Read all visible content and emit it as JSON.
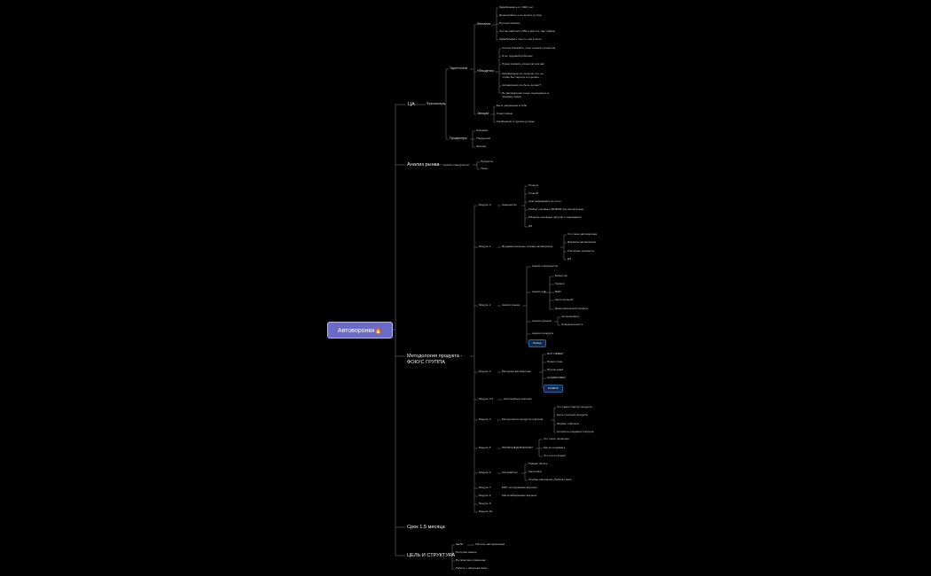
{
  "root": "Автоворонки🔥",
  "branches": {
    "ca": {
      "label": "ЦА",
      "freelancers": "Фрилансеры",
      "targetologs": "Таргетологи",
      "desires": {
        "label": "Желания",
        "items": [
          "Зарабатывать от 100К тыс",
          "Делегировать и не делать рутину",
          "Путешествовать",
          "Честно работать и ВК и крутить там трафик",
          "Зарабатывать чем-то, как в желе"
        ]
      },
      "objections": {
        "label": "Убеждения",
        "items": [
          "сильно ближайте, опыт немного клиентов",
          "Я не трудовой работник",
          "Нужно вложить клиентов для вас",
          "Автоворонки это понятно что, но чтобы без таргета это делать...",
          "Автоворонки это быть делает?",
          "Не автоворонки очень подходящее в продажу содра"
        ]
      },
      "emotions": {
        "label": "Эмоции",
        "items": [
          "Быть уверенным в себе",
          "Счастливым",
          "Свободным от делать рутины"
        ]
      },
      "producers": {
        "label": "Продюсеры",
        "items": [
          "Желания",
          "Убеждения",
          "Эмоции"
        ]
      }
    },
    "market": {
      "label": "Анализ рынка",
      "competitors": "Анализ конкурентов",
      "items": [
        "Продукты",
        "Темы"
      ]
    },
    "methodology": {
      "label": "Методология продукта - ФОКУС ГРУППА",
      "m0": {
        "label": "Модуль 0",
        "topic": "Знакомство",
        "items": [
          "Точка А",
          "Точка Б",
          "Чем занимаемся до этого",
          "Разбор основных МИФОВ про автоворонки",
          "Обзорно основные запуски и знакомимся",
          "ДЗ"
        ]
      },
      "m1": {
        "label": "Модуль 1",
        "topic": "Фундаментальные основы автоворонок",
        "items": [
          "Что такое автоворонка",
          "Форматы автоворонок",
          "Ключевые элементы",
          "ДЗ"
        ]
      },
      "m2": {
        "label": "Модуль 2",
        "topic": "Анализ рынка",
        "competitor": "Анализ конкурентов",
        "ca_analysis": "Анализ ЦА",
        "ca_items": [
          "Выбор ЦА",
          "Пример",
          "Вайб",
          "Карта желаний",
          "Демографический профиль"
        ],
        "selling": "Анализ рынков",
        "selling_items": [
          "Ассоциировать",
          "Осведомленность"
        ],
        "product": "Анализ продукта",
        "review": "Разбор"
      },
      "m3": {
        "label": "Модуль 3",
        "topic": "Методика автоворонок",
        "items": [
          "RNT ОФФЕР",
          "Прямо темы",
          "Прогон идей",
          "КАЛИБРОВКИ"
        ],
        "review": "РАЗБОР"
      },
      "m32": {
        "label": "Модуль 3.2",
        "topic": "Автоподборы воронки"
      },
      "m4": {
        "label": "Модуль 4",
        "topic": "Методология продукта стартера",
        "items": [
          "Что такое стартер продукта",
          "Цель стартера продукта",
          "Формат стартера",
          "Алгоритм создания стартера"
        ]
      },
      "m5": {
        "label": "Модуль 5",
        "topic": "ПРОМО/ЛИД ВОРОНКИ",
        "items": [
          "Что такое промоции",
          "Как их создавать",
          "Что в него входит"
        ]
      },
      "m6": {
        "label": "Модуль 6",
        "topic": "Копирайтинг",
        "items": [
          "Навыки писать",
          "Заголовки",
          "Основы написания убойного века"
        ]
      },
      "m7": {
        "label": "Модуль 7",
        "topic": "МКР тестирование воронки"
      },
      "m8": {
        "label": "Модуль 8",
        "topic": "Масштабирование воронки"
      },
      "m9": {
        "label": "Модуль 9"
      },
      "m10": {
        "label": "Модуль 10"
      }
    },
    "term": {
      "label": "Срок 1,5 месяца"
    },
    "goal": {
      "label": "ЦЕЛЬ И СТРУКТУРА",
      "items": [
        "ЦЕЛЬ",
        "Получим знание",
        "На практике применяют",
        "Работа + обратная связь"
      ],
      "goal_detail": "Обучить автоворонкам"
    }
  }
}
